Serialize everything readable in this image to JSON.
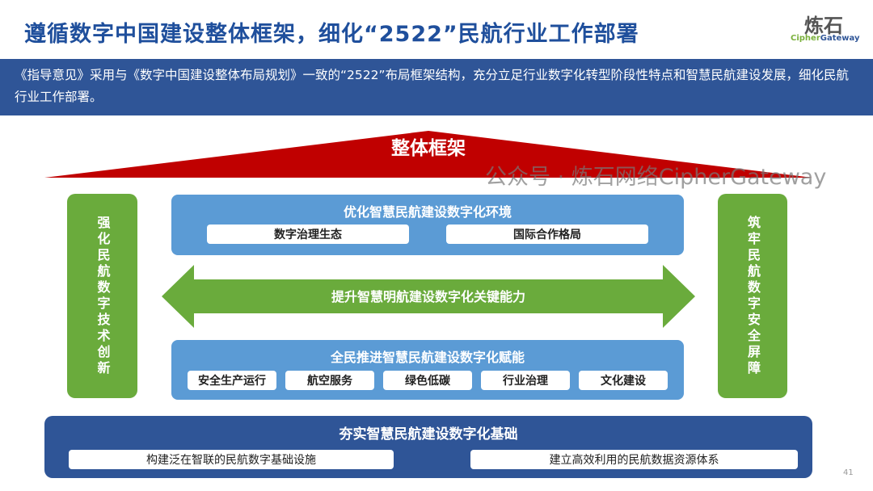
{
  "title": "遵循数字中国建设整体框架，细化“2522”民航行业工作部署",
  "logo": {
    "cn": "炼石",
    "en_a": "Cipher",
    "en_b": "Gateway"
  },
  "intro": "《指导意见》采用与《数字中国建设整体布局规划》一致的“2522”布局框架结构，充分立足行业数字化转型阶段性特点和智慧民航建设发展，细化民航行业工作部署。",
  "framework": "整体框架",
  "left_pillar": "强化民航数字技术创新",
  "right_pillar": "筑牢民航数字安全屏障",
  "top_box": {
    "title": "优化智慧民航建设数字化环境",
    "items": [
      "数字治理生态",
      "国际合作格局"
    ]
  },
  "arrow": "提升智慧明航建设数字化关键能力",
  "mid_box": {
    "title": "全民推进智慧民航建设数字化赋能",
    "items": [
      "安全生产运行",
      "航空服务",
      "绿色低碳",
      "行业治理",
      "文化建设"
    ]
  },
  "bottom_box": {
    "title": "夯实智慧民航建设数字化基础",
    "items": [
      "构建泛在智联的民航数字基础设施",
      "建立高效利用的民航数据资源体系"
    ]
  },
  "watermark": "公众号 · 炼石网络CipherGateway",
  "page_number": "41",
  "colors": {
    "title": "#1f4f9c",
    "band": "#2f5597",
    "red": "#c00000",
    "green": "#6aab3c",
    "lightblue": "#5b9bd5"
  }
}
